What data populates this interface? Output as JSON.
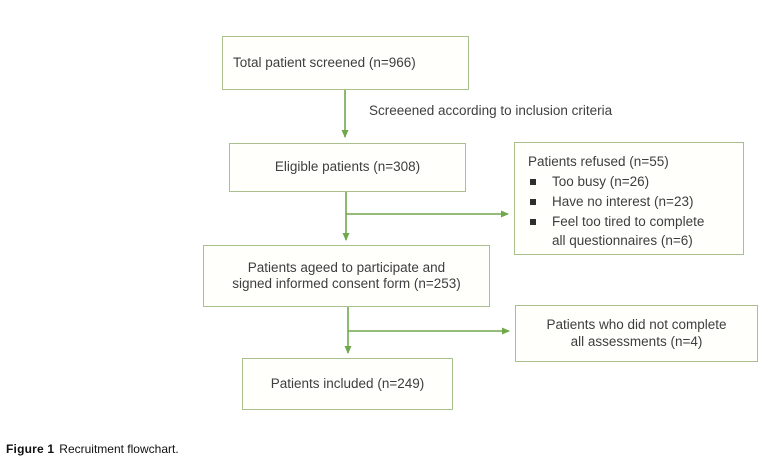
{
  "colors": {
    "box_border": "#aabf8e",
    "box_fill": "#fffffc",
    "arrow": "#6fa84b",
    "text": "#3e3e3e",
    "caption_text": "#111111"
  },
  "flowchart": {
    "inclusion_label": "Screeened according to inclusion criteria",
    "boxes": {
      "total": {
        "text": "Total patient screened (n=966)"
      },
      "eligible": {
        "text": "Eligible patients (n=308)"
      },
      "refused": {
        "title": "Patients refused (n=55)",
        "items": [
          "Too busy (n=26)",
          "Have no interest (n=23)",
          "Feel too tired to complete all questionnaires (n=6)"
        ]
      },
      "consent": {
        "lines": [
          "Patients ageed to participate and",
          "signed informed consent form (n=253)"
        ]
      },
      "not_completed": {
        "lines": [
          "Patients who did not complete",
          "all assessments (n=4)"
        ]
      },
      "included": {
        "text": "Patients included (n=249)"
      }
    }
  },
  "caption": {
    "label": "Figure 1",
    "text": "Recruitment flowchart."
  }
}
